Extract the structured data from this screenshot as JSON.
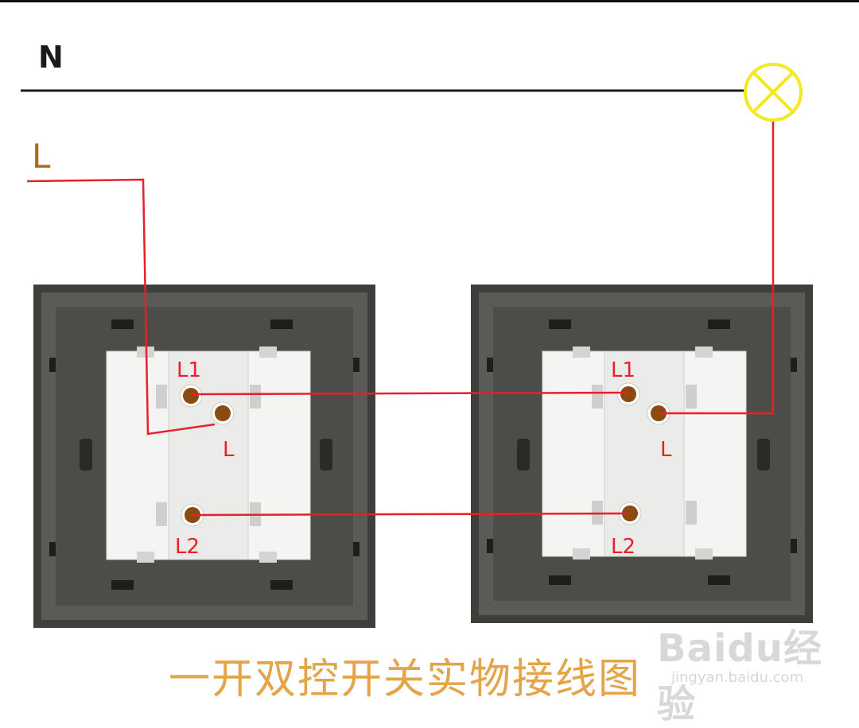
{
  "labels": {
    "neutral": "N",
    "live": "L"
  },
  "switches": [
    {
      "terminal_top": "L1",
      "terminal_common": "L",
      "terminal_bottom": "L2"
    },
    {
      "terminal_top": "L1",
      "terminal_common": "L",
      "terminal_bottom": "L2"
    }
  ],
  "caption": "一开双控开关实物接线图",
  "watermark": {
    "main": "Baidu经验",
    "sub": "jingyan.baidu.com"
  },
  "colors": {
    "neutral_wire": "#1a1a1a",
    "live_wire": "#e8202a",
    "lamp": "#f2ea1e",
    "plate": "#4a4a46",
    "module": "#f4f4f2",
    "terminal": "#8a4a10",
    "caption": "#e4a448"
  }
}
